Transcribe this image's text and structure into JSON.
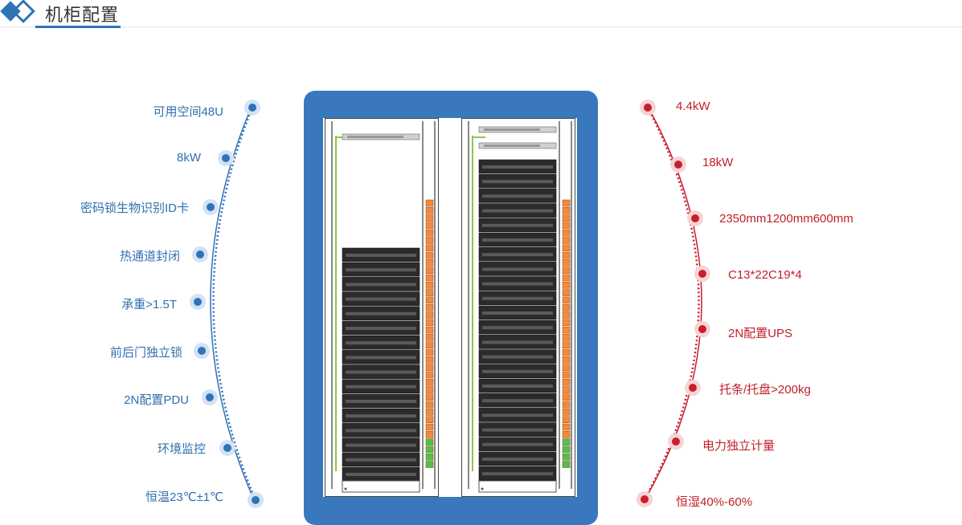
{
  "page": {
    "title": "机柜配置"
  },
  "colors": {
    "accent_blue": "#2f73b8",
    "accent_red": "#c91f2a",
    "panel_blue": "#3a78bd"
  },
  "left_features": [
    "可用空间48U",
    "8kW",
    "密码锁生物识别ID卡",
    "热通道封闭",
    "承重>1.5T",
    "前后门独立锁",
    "2N配置PDU",
    "环境监控",
    "恒温23℃±1℃"
  ],
  "right_features": [
    "4.4kW",
    "18kW",
    "2350mm1200mm600mm",
    "C13*22C19*4",
    "2N配置UPS",
    "托条/托盘>200kg",
    "电力独立计量",
    "恒湿40%-60%"
  ]
}
